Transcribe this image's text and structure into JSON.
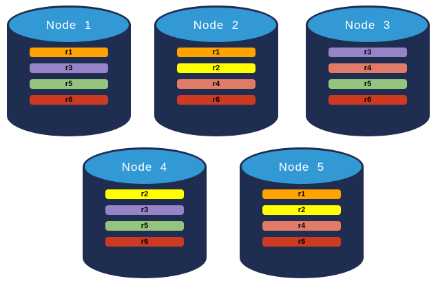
{
  "diagram": {
    "description": "Five database nodes, each a cylinder containing colored replica range bars",
    "colors": {
      "cylinder_body": "#1F2D51",
      "cylinder_top": "#3399D5",
      "cylinder_outline": "#1F2D51",
      "title_text": "#FFFFFF",
      "bar_text": "#000000"
    },
    "replica_colors": {
      "r1": "#FFA300",
      "r2": "#FFFF00",
      "r3": "#9683C8",
      "r4": "#E07B67",
      "r5": "#94C47E",
      "r6": "#CC3A22"
    },
    "nodes": [
      {
        "title": "Node  1",
        "replicas": [
          {
            "label": "r1",
            "color": "#FFA300"
          },
          {
            "label": "r3",
            "color": "#9683C8"
          },
          {
            "label": "r5",
            "color": "#94C47E"
          },
          {
            "label": "r6",
            "color": "#CC3A22"
          }
        ]
      },
      {
        "title": "Node  2",
        "replicas": [
          {
            "label": "r1",
            "color": "#FFA300"
          },
          {
            "label": "r2",
            "color": "#FFFF00"
          },
          {
            "label": "r4",
            "color": "#E07B67"
          },
          {
            "label": "r6",
            "color": "#CC3A22"
          }
        ]
      },
      {
        "title": "Node  3",
        "replicas": [
          {
            "label": "r3",
            "color": "#9683C8"
          },
          {
            "label": "r4",
            "color": "#E07B67"
          },
          {
            "label": "r5",
            "color": "#94C47E"
          },
          {
            "label": "r6",
            "color": "#CC3A22"
          }
        ]
      },
      {
        "title": "Node  4",
        "replicas": [
          {
            "label": "r2",
            "color": "#FFFF00"
          },
          {
            "label": "r3",
            "color": "#9683C8"
          },
          {
            "label": "r5",
            "color": "#94C47E"
          },
          {
            "label": "r6",
            "color": "#CC3A22"
          }
        ]
      },
      {
        "title": "Node  5",
        "replicas": [
          {
            "label": "r1",
            "color": "#FFA300"
          },
          {
            "label": "r2",
            "color": "#FFFF00"
          },
          {
            "label": "r4",
            "color": "#E07B67"
          },
          {
            "label": "r6",
            "color": "#CC3A22"
          }
        ]
      }
    ]
  }
}
